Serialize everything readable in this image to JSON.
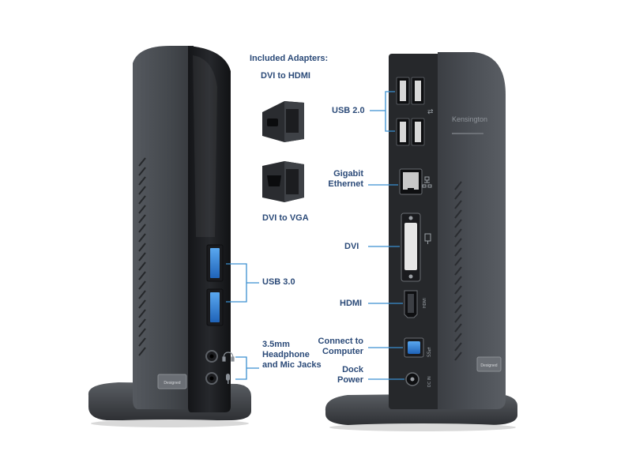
{
  "labels": {
    "included_adapters": "Included Adapters:",
    "dvi_to_hdmi": "DVI to HDMI",
    "dvi_to_vga": "DVI to VGA",
    "usb30": "USB 3.0",
    "audio_line1": "3.5mm",
    "audio_line2": "Headphone",
    "audio_line3": "and Mic Jacks",
    "usb20": "USB 2.0",
    "gigabit_line1": "Gigabit",
    "gigabit_line2": "Ethernet",
    "dvi": "DVI",
    "hdmi": "HDMI",
    "connect_line1": "Connect to",
    "connect_line2": "Computer",
    "dock_line1": "Dock",
    "dock_line2": "Power"
  },
  "device": {
    "brand_text": "Kensington",
    "front_badge": "Designed",
    "rear_badge": "Designed",
    "port_marks": {
      "ss_usb": "SS⇄",
      "usb": "⇄",
      "hdmi": "HDMI",
      "dc_in": "DC IN"
    }
  },
  "colors": {
    "label_text": "#2b4a78",
    "leader_line": "#3a8fd0",
    "body_dark": "#3a3d42",
    "body_mid": "#4a4e54",
    "usb3_blue": "#2f7fd8"
  }
}
